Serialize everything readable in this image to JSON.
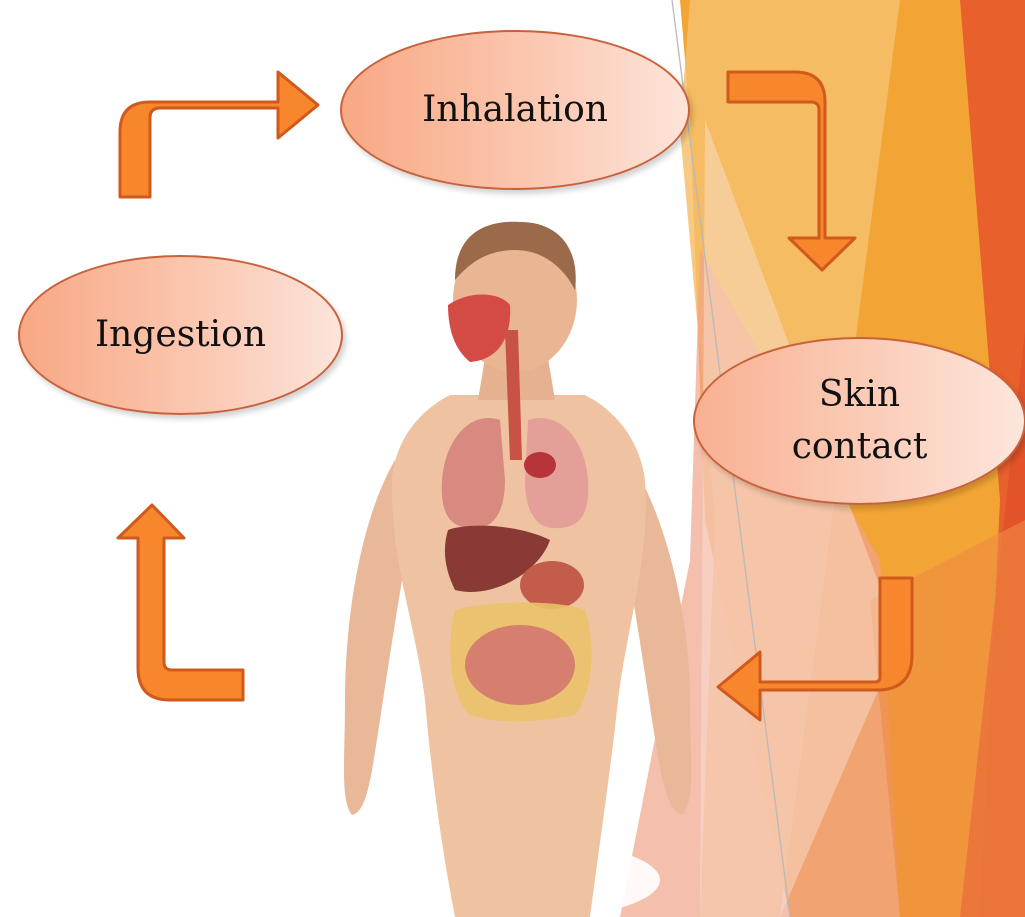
{
  "diagram": {
    "nodes": {
      "inhalation": {
        "label": "Inhalation"
      },
      "ingestion": {
        "label": "Ingestion"
      },
      "skin_contact": {
        "line1": "Skin",
        "line2": "contact"
      }
    },
    "colors": {
      "arrow_fill": "#f7862d",
      "arrow_stroke": "#cf5a1b",
      "node_border": "#c8623c",
      "background_accent": "#f2a534"
    },
    "illustration": "human-anatomy-figure"
  }
}
